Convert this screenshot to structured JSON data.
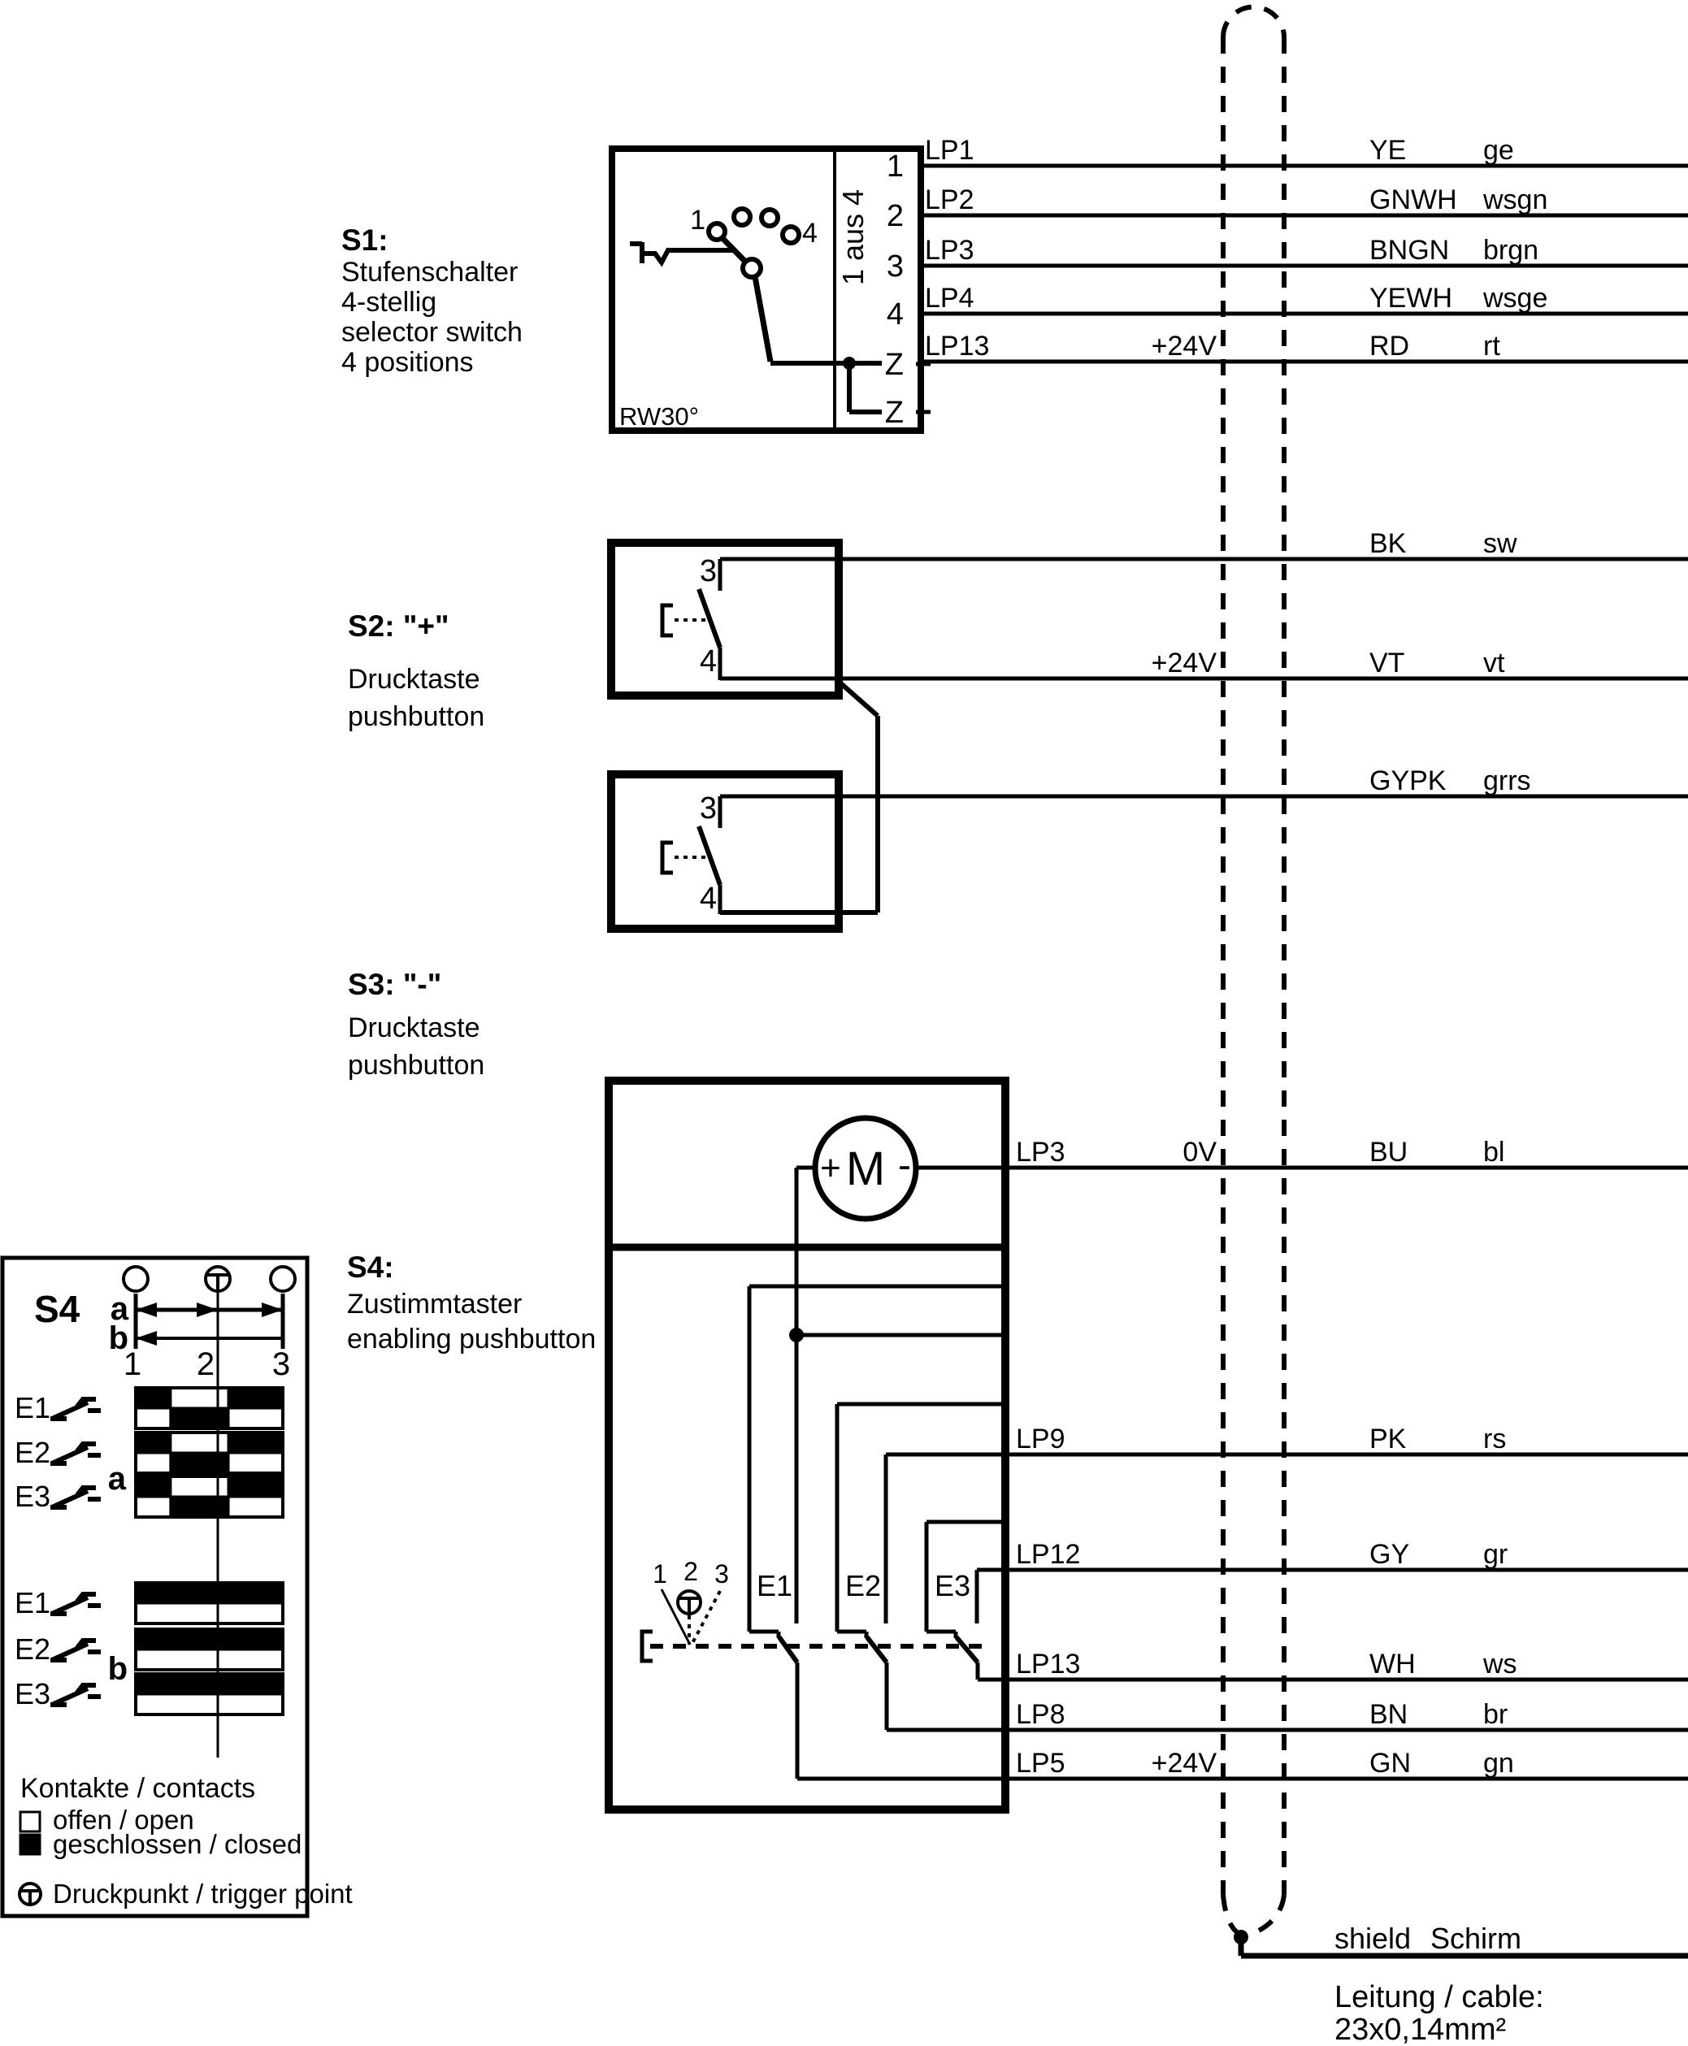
{
  "s1": {
    "label": "S1:",
    "desc": [
      "Stufenschalter",
      "4-stellig",
      "selector switch",
      "4 positions"
    ],
    "rw": "RW30°",
    "selector": "1 aus 4",
    "pos_first": "1",
    "pos_last": "4",
    "pins": [
      "1",
      "2",
      "3",
      "4",
      "Z",
      "Z"
    ]
  },
  "s2": {
    "label": "S2: \"+\"",
    "desc": [
      "Drucktaste",
      "pushbutton"
    ],
    "pins": [
      "3",
      "4"
    ]
  },
  "s3": {
    "label": "S3: \"-\"",
    "desc": [
      "Drucktaste",
      "pushbutton"
    ],
    "pins": [
      "3",
      "4"
    ]
  },
  "s4": {
    "label": "S4:",
    "desc": [
      "Zustimmtaster",
      "enabling pushbutton"
    ],
    "motor": "M",
    "plus": "+",
    "minus": "-",
    "e": [
      "E1",
      "E2",
      "E3"
    ],
    "positions": [
      "1",
      "2",
      "3"
    ]
  },
  "wires": {
    "s1": [
      {
        "lp": "LP1",
        "signal": "",
        "en": "YE",
        "de": "ge"
      },
      {
        "lp": "LP2",
        "signal": "",
        "en": "GNWH",
        "de": "wsgn"
      },
      {
        "lp": "LP3",
        "signal": "",
        "en": "BNGN",
        "de": "brgn"
      },
      {
        "lp": "LP4",
        "signal": "",
        "en": "YEWH",
        "de": "wsge"
      },
      {
        "lp": "LP13",
        "signal": "+24V",
        "en": "RD",
        "de": "rt"
      }
    ],
    "s2": [
      {
        "lp": "",
        "signal": "",
        "en": "BK",
        "de": "sw"
      },
      {
        "lp": "",
        "signal": "+24V",
        "en": "VT",
        "de": "vt"
      }
    ],
    "s3": [
      {
        "lp": "",
        "signal": "",
        "en": "GYPK",
        "de": "grrs"
      }
    ],
    "s4": [
      {
        "lp": "LP3",
        "signal": "0V",
        "en": "BU",
        "de": "bl"
      },
      {
        "lp": "LP9",
        "signal": "",
        "en": "PK",
        "de": "rs"
      },
      {
        "lp": "LP12",
        "signal": "",
        "en": "GY",
        "de": "gr"
      },
      {
        "lp": "LP13",
        "signal": "",
        "en": "WH",
        "de": "ws"
      },
      {
        "lp": "LP8",
        "signal": "",
        "en": "BN",
        "de": "br"
      },
      {
        "lp": "LP5",
        "signal": "+24V",
        "en": "GN",
        "de": "gn"
      }
    ]
  },
  "legend": {
    "title": "S4",
    "arrow_a": "a",
    "arrow_b": "b",
    "ticks": [
      "1",
      "2",
      "3"
    ],
    "section_a": "a",
    "section_b": "b",
    "sections": [
      {
        "id": "a",
        "rows": [
          {
            "label": "E1",
            "upper": [
              [
                0,
                0.237,
                "closed"
              ],
              [
                0.237,
                0.63,
                "open"
              ],
              [
                0.63,
                1,
                "closed"
              ]
            ],
            "lower": [
              [
                0,
                0.237,
                "open"
              ],
              [
                0.237,
                0.63,
                "closed"
              ],
              [
                0.63,
                1,
                "open"
              ]
            ]
          },
          {
            "label": "E2",
            "upper": [
              [
                0,
                0.237,
                "closed"
              ],
              [
                0.237,
                0.63,
                "open"
              ],
              [
                0.63,
                1,
                "closed"
              ]
            ],
            "lower": [
              [
                0,
                0.237,
                "open"
              ],
              [
                0.237,
                0.63,
                "closed"
              ],
              [
                0.63,
                1,
                "open"
              ]
            ]
          },
          {
            "label": "E3",
            "upper": [
              [
                0,
                0.237,
                "closed"
              ],
              [
                0.237,
                0.63,
                "open"
              ],
              [
                0.63,
                1,
                "closed"
              ]
            ],
            "lower": [
              [
                0,
                0.237,
                "open"
              ],
              [
                0.237,
                0.63,
                "closed"
              ],
              [
                0.63,
                1,
                "open"
              ]
            ]
          }
        ]
      },
      {
        "id": "b",
        "rows": [
          {
            "label": "E1",
            "upper": [
              [
                0,
                1,
                "closed"
              ]
            ],
            "lower": [
              [
                0,
                1,
                "open"
              ]
            ]
          },
          {
            "label": "E2",
            "upper": [
              [
                0,
                1,
                "closed"
              ]
            ],
            "lower": [
              [
                0,
                1,
                "open"
              ]
            ]
          },
          {
            "label": "E3",
            "upper": [
              [
                0,
                1,
                "closed"
              ]
            ],
            "lower": [
              [
                0,
                1,
                "open"
              ]
            ]
          }
        ]
      }
    ],
    "kontakte": "Kontakte / contacts",
    "open_label": "offen / open",
    "closed_label": "geschlossen / closed",
    "trigger_label": "Druckpunkt / trigger point"
  },
  "cable": {
    "shield_en": "shield",
    "shield_de": "Schirm",
    "line1": "Leitung / cable:",
    "line2": "23x0,14mm²"
  }
}
